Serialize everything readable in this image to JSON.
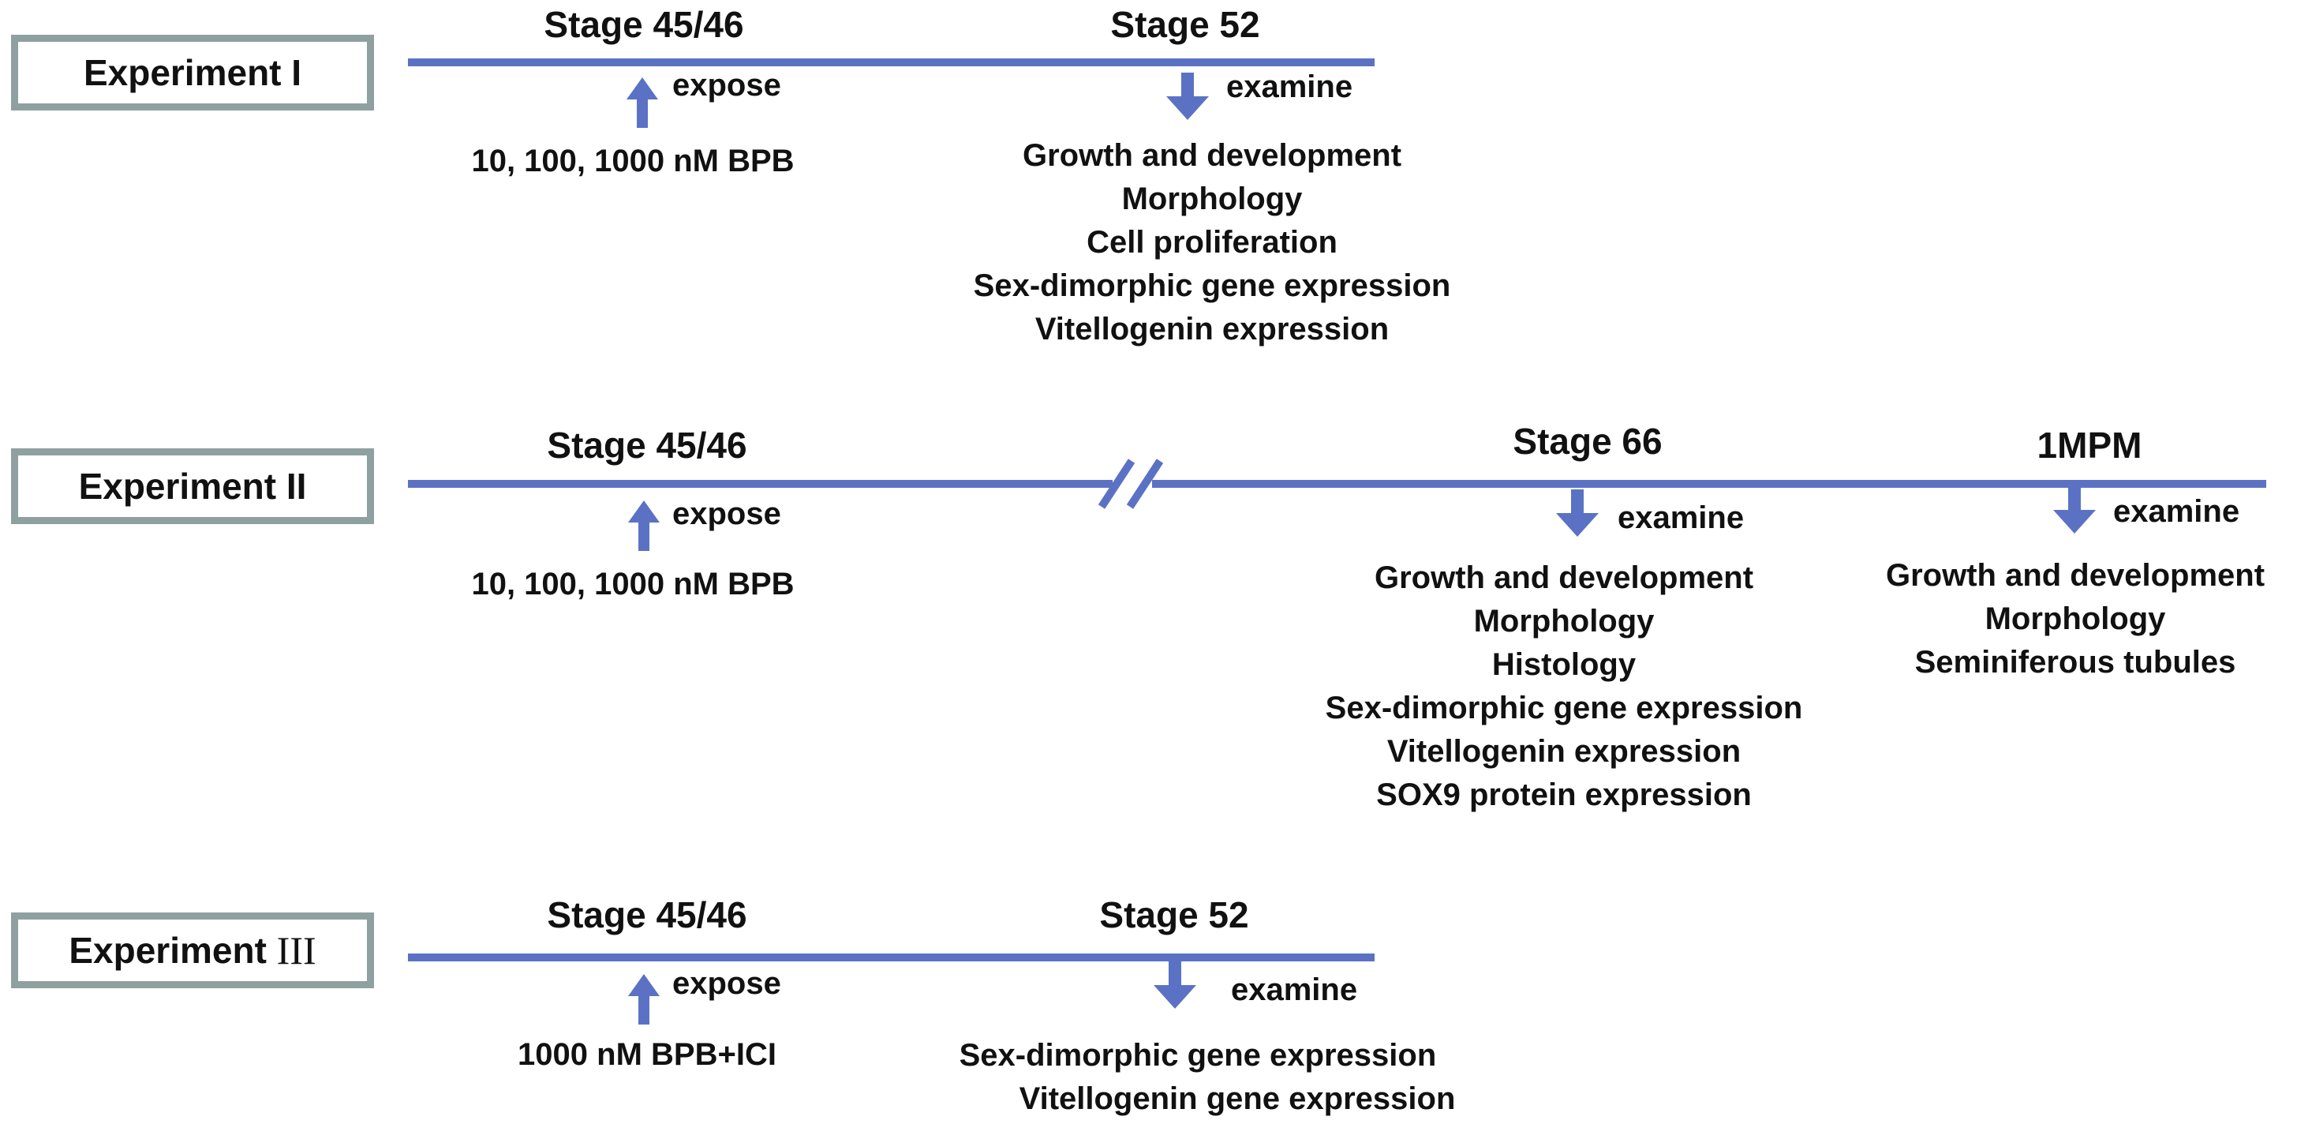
{
  "experiments": [
    {
      "label": "Experiment I",
      "start_stage": "Stage 45/46",
      "end_stage": "Stage 52",
      "expose_label": "expose",
      "examine_label": "examine",
      "dose": "10, 100, 1000 nM BPB",
      "examine_items": [
        "Growth and development",
        "Morphology",
        "Cell proliferation",
        "Sex-dimorphic gene expression",
        "Vitellogenin expression"
      ]
    },
    {
      "label": "Experiment II",
      "start_stage": "Stage 45/46",
      "mid_stage": "Stage 66",
      "end_stage": "1MPM",
      "expose_label": "expose",
      "examine_label": "examine",
      "examine_label_2": "examine",
      "dose": "10, 100, 1000 nM BPB",
      "examine_items": [
        "Growth and development",
        "Morphology",
        "Histology",
        "Sex-dimorphic gene expression",
        "Vitellogenin expression",
        "SOX9 protein expression"
      ],
      "examine_items_2": [
        "Growth and development",
        "Morphology",
        "Seminiferous tubules"
      ]
    },
    {
      "label_prefix": "Experiment ",
      "label_roman": "III",
      "start_stage": "Stage 45/46",
      "end_stage": "Stage 52",
      "expose_label": "expose",
      "examine_label": "examine",
      "dose": "1000 nM BPB+ICI",
      "examine_items": [
        "Sex-dimorphic gene expression",
        "Vitellogenin gene expression"
      ]
    }
  ],
  "colors": {
    "timeline": "#5b72c4",
    "box_border": "#8fa0a0",
    "text": "#111111"
  }
}
